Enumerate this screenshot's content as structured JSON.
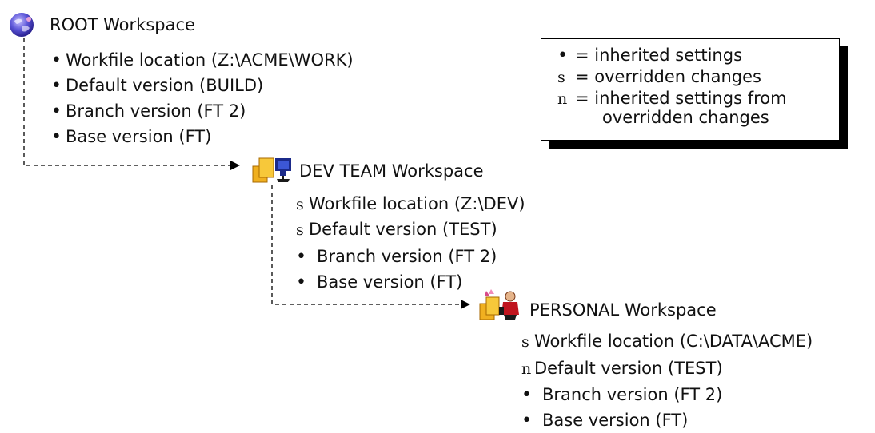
{
  "legend": {
    "rows": [
      {
        "symbol": "•",
        "text": "= inherited settings"
      },
      {
        "symbol": "s",
        "text": "= overridden changes"
      },
      {
        "symbol": "n",
        "text": "= inherited settings from",
        "text2": "overridden changes"
      }
    ]
  },
  "root": {
    "title": "ROOT Workspace",
    "icon": "globe-icon",
    "items": [
      {
        "mark": "•",
        "label": "Workfile location (Z:\\ACME\\WORK)"
      },
      {
        "mark": "•",
        "label": "Default version (BUILD)"
      },
      {
        "mark": "•",
        "label": "Branch version (FT 2)"
      },
      {
        "mark": "•",
        "label": "Base version (FT)"
      }
    ]
  },
  "devteam": {
    "title": "DEV TEAM Workspace",
    "icon": "team-workspace-icon",
    "items": [
      {
        "mark": "s",
        "label": "Workfile location (Z:\\DEV)"
      },
      {
        "mark": "s",
        "label": "Default version (TEST)"
      },
      {
        "mark": "•",
        "label": "Branch version (FT 2)"
      },
      {
        "mark": "•",
        "label": "Base version (FT)"
      }
    ]
  },
  "personal": {
    "title": "PERSONAL Workspace",
    "icon": "personal-workspace-icon",
    "items": [
      {
        "mark": "s",
        "label": "Workfile location (C:\\DATA\\ACME)"
      },
      {
        "mark": "n",
        "label": "Default version (TEST)"
      },
      {
        "mark": "•",
        "label": "Branch version (FT 2)"
      },
      {
        "mark": "•",
        "label": "Base version (FT)"
      }
    ]
  }
}
